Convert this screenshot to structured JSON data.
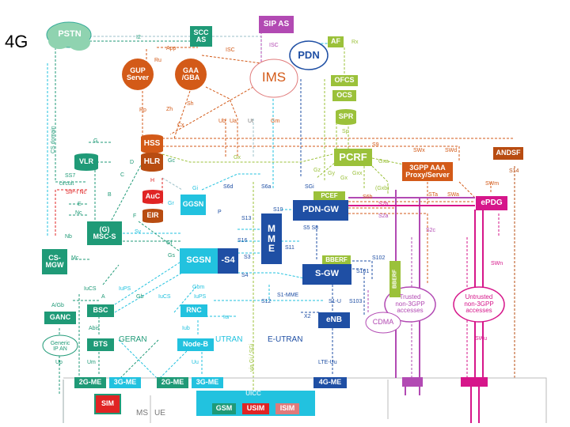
{
  "page_label": "4G",
  "colors": {
    "teal": "#1f9a77",
    "orange": "#d35a18",
    "purple": "#b24ab3",
    "blue": "#1f4fa4",
    "cyan": "#22c2df",
    "green": "#9bc13a",
    "red": "#e02424",
    "magenta": "#d6168a",
    "brown": "#b84c11",
    "gray": "#6e7f8a"
  },
  "nodes": {
    "pstn": "PSTN",
    "scc_as": "SCC\nAS",
    "sip_as": "SIP AS",
    "pdn": "PDN",
    "af": "AF",
    "ims": "IMS",
    "gup": "GUP\nServer",
    "gaa": "GAA\n/GBA",
    "ofcs": "OFCS",
    "ocs": "OCS",
    "spr": "SPR",
    "pcrf": "PCRF",
    "hss": "HSS",
    "hlr": "HLR",
    "auc": "AuC",
    "eir": "EIR",
    "vlr": "VLR",
    "msc_s": "(G)\nMSC-S",
    "cs_mgw": "CS-\nMGW",
    "ggsn": "GGSN",
    "pcef": "PCEF",
    "pdn_gw": "PDN-GW",
    "mme": "M\nM\nE",
    "sgsn": "SGSN",
    "s4": "-S4",
    "bberf_sgw": "BBERF",
    "s_gw": "S-GW",
    "bberf_v": "BBERF",
    "aaa": "3GPP AAA\nProxy/Server",
    "andsf": "ANDSF",
    "epdg": "ePDG",
    "trusted": "Trusted\nnon-3GPP\naccesses",
    "untrusted": "Untrusted\nnon-3GPP\naccesses",
    "cdma": "CDMA",
    "enb": "eNB",
    "bsc": "BSC",
    "bts": "BTS",
    "rnc": "RNC",
    "node_b": "Node-B",
    "ganc": "GANC",
    "generic_ip": "Generic\nIP AN",
    "me_2g_1": "2G-ME",
    "me_3g_1": "3G-ME",
    "me_2g_2": "2G-ME",
    "me_3g_2": "3G-ME",
    "me_4g": "4G-ME",
    "sim": "SIM",
    "uicc": "UICC",
    "gsm": "GSM",
    "usim": "USIM",
    "isim": "ISIM"
  },
  "labels": {
    "i2": "I2",
    "app": "App",
    "isc1": "ISC",
    "isc2": "ISC",
    "rx": "Rx",
    "ru": "Ru",
    "rp": "Rp",
    "zh": "Zh",
    "sh": "Sh",
    "cx": "Cx",
    "ub": "Ub",
    "ua": "Ua",
    "ut": "Ut",
    "gm": "Gm",
    "sp": "Sp",
    "s9": "S9",
    "swx": "SWx",
    "swd": "SWd",
    "s14": "S14",
    "gx": "Gx",
    "gy": "Gy",
    "gxx": "Gxx",
    "gxa": "Gxa",
    "gz": "Gz",
    "gxb": "Gxb",
    "gx_top": "Gx",
    "gxb2": "(Gxb)",
    "s6d": "S6d",
    "s6a": "S6a",
    "sgi": "SGi",
    "gi": "Gi",
    "gc": "Gc",
    "gr": "Gr",
    "d": "D",
    "g": "G",
    "c": "C",
    "b": "B",
    "h": "H",
    "f": "F",
    "e": "E",
    "gs": "Gs",
    "gf": "Gf",
    "sv": "Sv",
    "p": "P",
    "s13": "S13",
    "s10": "S10",
    "s16": "S16",
    "s3": "S3",
    "s5s8": "S5 S8",
    "s11": "S11",
    "s2b": "S2b",
    "s2a": "S2a",
    "s2c": "S2c",
    "s6b": "S6b",
    "sta": "STa",
    "swa": "SWa",
    "swm": "SWm",
    "swn": "SWn",
    "swu": "SWu",
    "s4": "S4",
    "s12": "S12",
    "s1mme": "S1-MME",
    "s1u": "S1-U",
    "s103": "S103",
    "s101": "S101",
    "s102": "S102",
    "x2": "X2",
    "lte_uu": "LTE-Uu",
    "um1": "Um",
    "um2": "Um",
    "uu": "Uu",
    "up": "Up",
    "abis": "Abis",
    "iub": "Iub",
    "iur": "Iur",
    "iups1": "IuPS",
    "iups2": "IuPS",
    "iucs1": "IuCS",
    "iucs2": "IuCS",
    "gb1": "Gb",
    "gb2": "Gb",
    "a1": "A",
    "a_gb": "A/Gb",
    "mc": "Mc",
    "nc": "SIP-I Nc",
    "nc2": "Nc",
    "nb": "Nb",
    "ss7": "SS7",
    "circuit": "circuit",
    "cs_domain": "CS domain",
    "geran": "GERAN",
    "utran": "UTRAN",
    "e_utran": "E-UTRAN",
    "via": "via Gi / SGi",
    "ms": "MS",
    "ue": "UE",
    "gom": "Gom"
  }
}
